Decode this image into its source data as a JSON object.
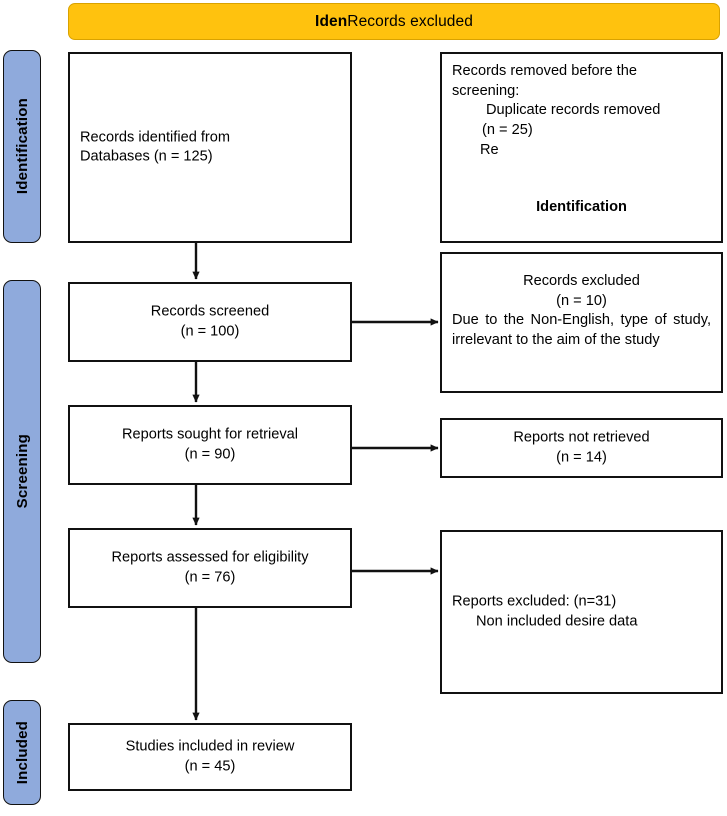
{
  "banner": {
    "bold_prefix": "Iden",
    "rest": "Records excluded"
  },
  "stages": [
    {
      "label": "Identification"
    },
    {
      "label": "Screening"
    },
    {
      "label": "Included"
    }
  ],
  "boxes": {
    "identified": {
      "line1": "Records identified from",
      "line2": "Databases (n = 125)"
    },
    "removed_before_screening": {
      "line1": "Records removed before the",
      "line2": "screening:",
      "line3": "Duplicate records removed",
      "line4": " (n = 25)",
      "line5": "Re",
      "footer": "Identification"
    },
    "records_screened": {
      "line1": "Records screened",
      "line2": "(n = 100)"
    },
    "records_excluded": {
      "line1": "Records excluded",
      "line2": "(n = 10)",
      "line3": "Due to the Non-English, type of study, irrelevant to the aim of the study"
    },
    "reports_sought": {
      "line1": "Reports sought for retrieval",
      "line2": "(n = 90)"
    },
    "reports_not_retrieved": {
      "line1": "Reports not retrieved",
      "line2": "(n = 14)"
    },
    "reports_assessed": {
      "line1": "Reports assessed for eligibility",
      "line2": "(n = 76)"
    },
    "reports_excluded": {
      "line1": "Reports excluded: (n=31)",
      "line2": "Non included desire data"
    },
    "studies_included": {
      "line1": "Studies included in review",
      "line2": "(n = 45)"
    }
  },
  "colors": {
    "banner_fill": "#FFC20E",
    "stage_fill": "#8FAADC",
    "box_stroke": "#111111",
    "box_fill": "#FFFFFF"
  },
  "chart_data": {
    "type": "diagram",
    "diagram_kind": "PRISMA flow diagram",
    "title": "IdenRecords excluded",
    "stages": [
      "Identification",
      "Screening",
      "Included"
    ],
    "nodes": [
      {
        "id": "identified",
        "stage": "Identification",
        "column": "left",
        "label": "Records identified from Databases",
        "n": 125
      },
      {
        "id": "removed_before",
        "stage": "Identification",
        "column": "right",
        "label": "Records removed before the screening: Duplicate records removed",
        "n": 25
      },
      {
        "id": "records_screened",
        "stage": "Screening",
        "column": "left",
        "label": "Records screened",
        "n": 100
      },
      {
        "id": "records_excluded",
        "stage": "Screening",
        "column": "right",
        "label": "Records excluded",
        "n": 10
      },
      {
        "id": "reports_sought",
        "stage": "Screening",
        "column": "left",
        "label": "Reports sought for retrieval",
        "n": 90
      },
      {
        "id": "reports_not_retrieved",
        "stage": "Screening",
        "column": "right",
        "label": "Reports not retrieved",
        "n": 14
      },
      {
        "id": "reports_assessed",
        "stage": "Screening",
        "column": "left",
        "label": "Reports assessed for eligibility",
        "n": 76
      },
      {
        "id": "reports_excluded",
        "stage": "Screening",
        "column": "right",
        "label": "Reports excluded",
        "n": 31
      },
      {
        "id": "studies_included",
        "stage": "Included",
        "column": "left",
        "label": "Studies included in review",
        "n": 45
      }
    ],
    "edges": [
      {
        "from": "identified",
        "to": "records_screened",
        "direction": "down"
      },
      {
        "from": "records_screened",
        "to": "records_excluded",
        "direction": "right"
      },
      {
        "from": "records_screened",
        "to": "reports_sought",
        "direction": "down"
      },
      {
        "from": "reports_sought",
        "to": "reports_not_retrieved",
        "direction": "right"
      },
      {
        "from": "reports_sought",
        "to": "reports_assessed",
        "direction": "down"
      },
      {
        "from": "reports_assessed",
        "to": "reports_excluded",
        "direction": "right"
      },
      {
        "from": "reports_assessed",
        "to": "studies_included",
        "direction": "down"
      }
    ]
  }
}
